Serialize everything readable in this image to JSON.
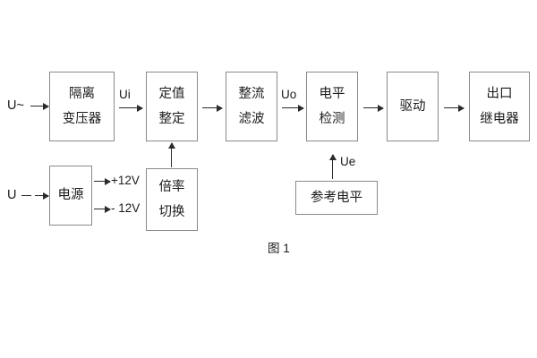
{
  "figure": {
    "caption": "图 1",
    "title": "",
    "line_color": "#8a8a8a",
    "arrow_color": "#2b2b2b",
    "text_color": "#1b1b1b",
    "background": "#ffffff"
  },
  "blocks": {
    "isolation_transformer": {
      "line1": "隔离",
      "line2": "变压器"
    },
    "setting_value": {
      "line1": "定值",
      "line2": "整定"
    },
    "rectify_filter": {
      "line1": "整流",
      "line2": "滤波"
    },
    "level_detection": {
      "line1": "电平",
      "line2": "检测"
    },
    "drive": {
      "line1": "驱动",
      "line2": ""
    },
    "output_relay": {
      "line1": "出口",
      "line2": "继电器"
    },
    "power_supply": {
      "line1": "电源",
      "line2": ""
    },
    "multiplier_switch": {
      "line1": "倍率",
      "line2": "切换"
    },
    "reference_level": {
      "line1": "参考电平",
      "line2": ""
    }
  },
  "signals": {
    "input_ac": "U~",
    "input_dc": "U",
    "ui": "Ui",
    "uo": "Uo",
    "ue": "Ue",
    "supply_positive": "+12V",
    "supply_negative": "- 12V"
  }
}
